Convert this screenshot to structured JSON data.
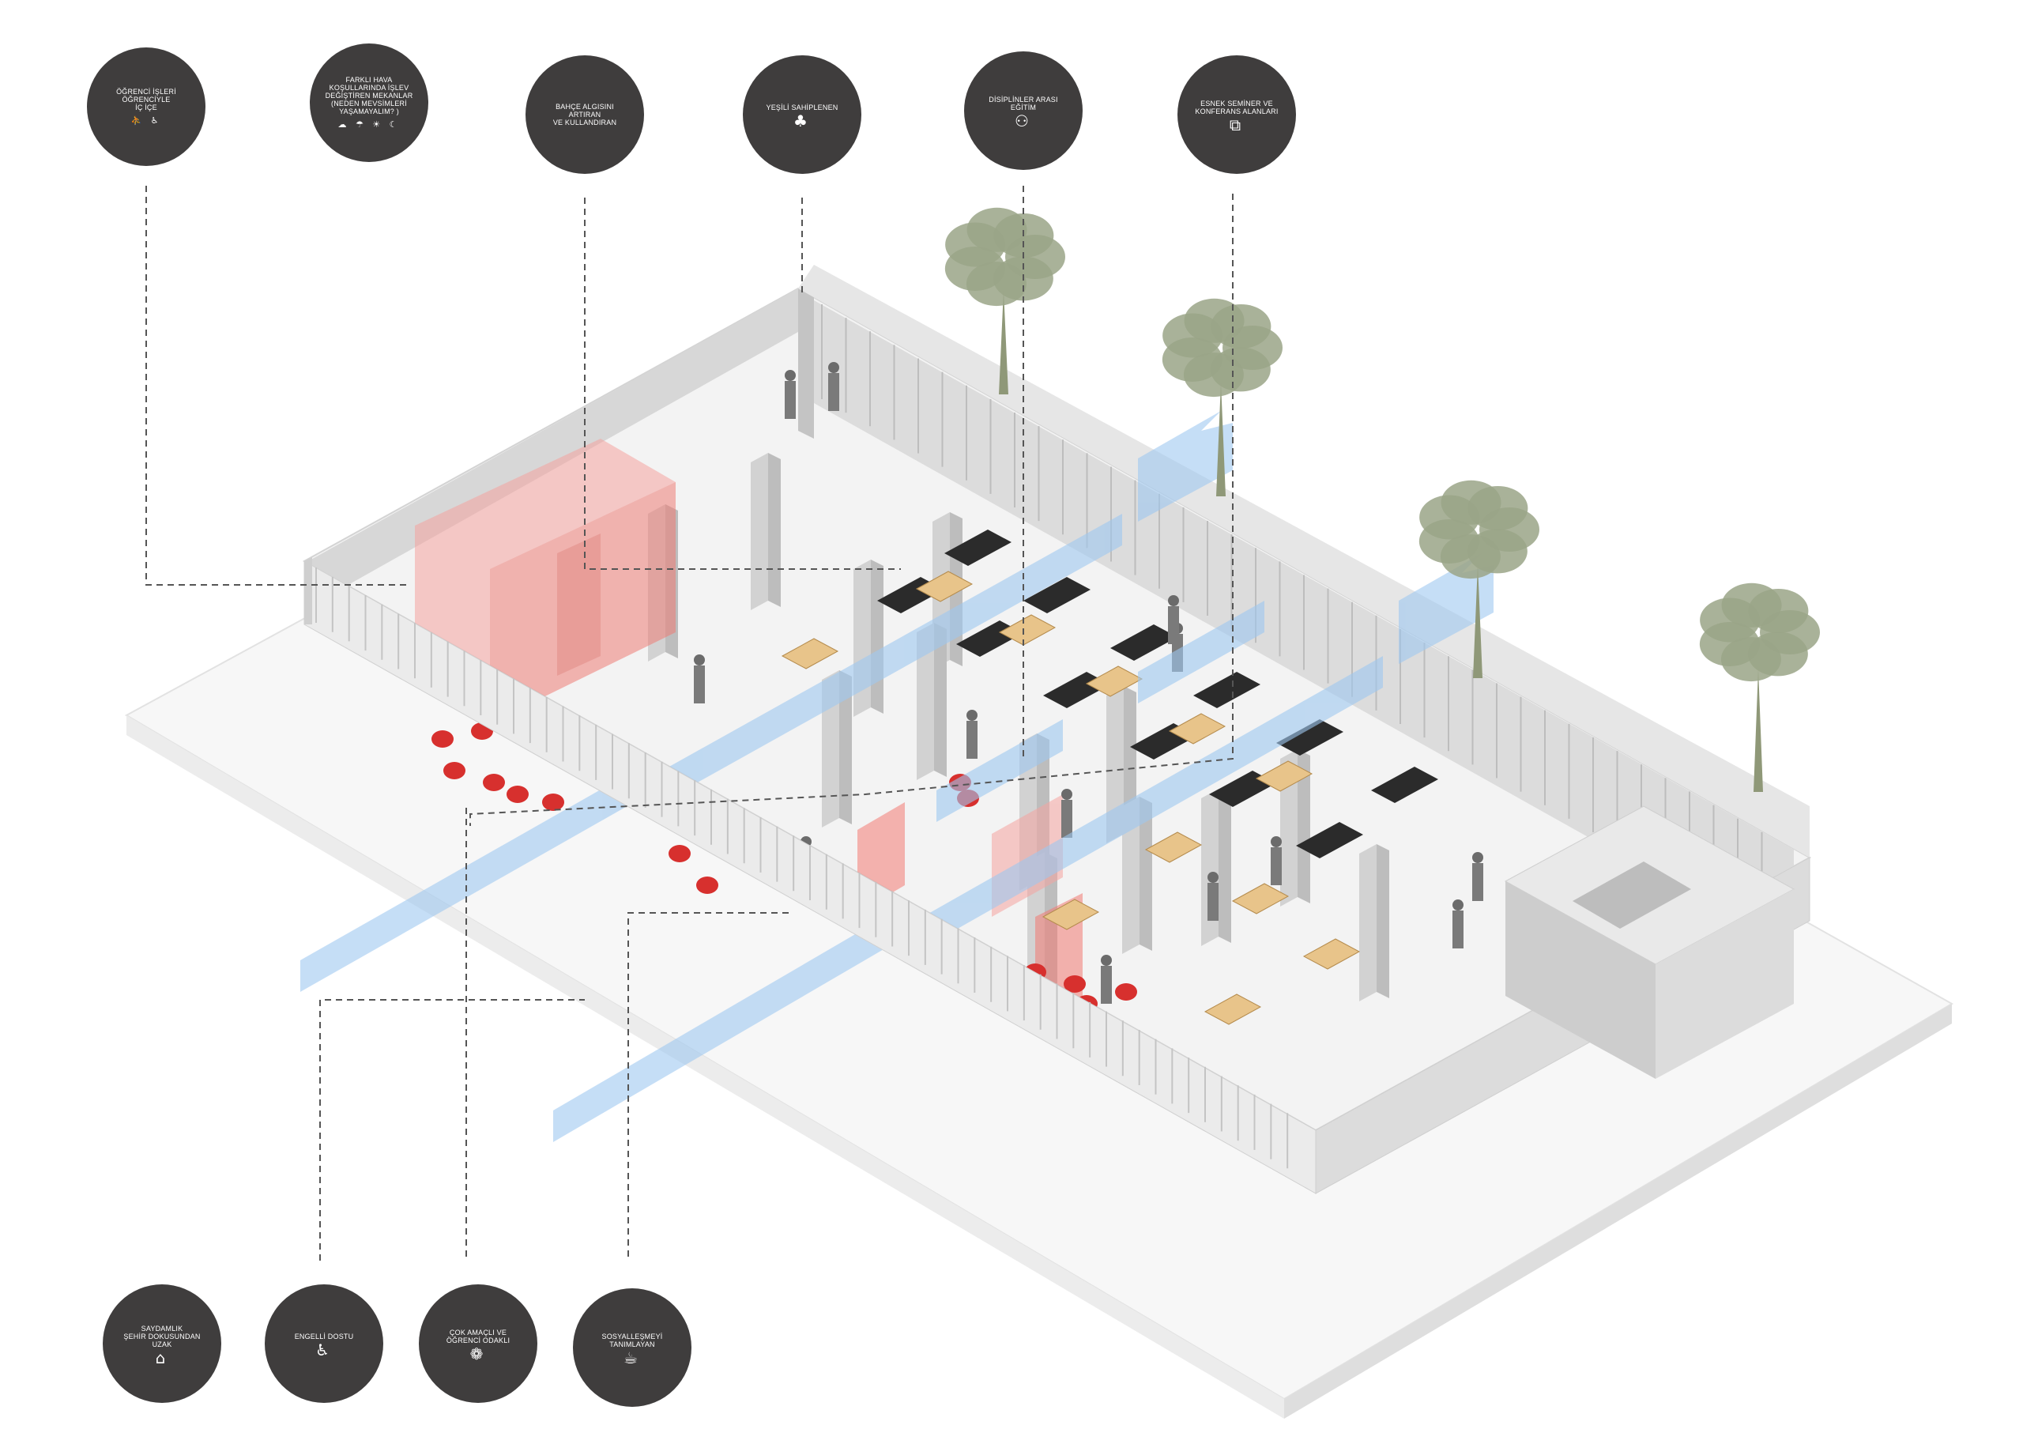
{
  "top_badges": [
    {
      "text": "ÖĞRENCİ İŞLERİ\nÖĞRENCİYLE\nİÇ İÇE",
      "icon": "people-wheelchair-icons",
      "glyphs": "⛹ ♿"
    },
    {
      "text": "FARKLI HAVA\nKOŞULLARINDA İŞLEV\nDEĞİŞTİREN MEKANLAR\n(NEDEN MEVSİMLERİ\nYAŞAMAYALIM? )",
      "icon": "weather-icons",
      "glyphs": "☁ ☂ ☀ ☾"
    },
    {
      "text": "BAHÇE ALGISINI ARTIRAN\nVE KULLANDIRAN",
      "icon": "",
      "glyphs": ""
    },
    {
      "text": "YEŞİLİ SAHİPLENEN",
      "icon": "tree-hand-icon",
      "glyphs": "♣"
    },
    {
      "text": "DİSİPLİNLER ARASI\nEĞİTİM",
      "icon": "group-learning-icon",
      "glyphs": "⚇"
    },
    {
      "text": "ESNEK SEMİNER VE\nKONFERANS ALANLARI",
      "icon": "puzzle-icon",
      "glyphs": "⧉"
    }
  ],
  "bottom_badges": [
    {
      "text": "SAYDAMLIK\nŞEHİR DOKUSUNDAN\nUZAK",
      "icon": "window-plant-icon",
      "glyphs": "⌂"
    },
    {
      "text": "ENGELLİ DOSTU",
      "icon": "wheelchair-icon",
      "glyphs": "♿"
    },
    {
      "text": "ÇOK AMAÇLI VE\nÖĞRENCİ ODAKLI",
      "icon": "interlocking-circles-icon",
      "glyphs": "❁"
    },
    {
      "text": "SOSYALLEŞMEYİ\nTANIMLAYAN",
      "icon": "chat-coffee-icon",
      "glyphs": "☕"
    }
  ],
  "colors": {
    "badge": "#3f3d3d",
    "leader_line": "#555555",
    "wall_top": "#e8e8e8",
    "wall_side": "#c9c9c9",
    "floor": "#f4f4f4",
    "ground": "#f7f7f7",
    "airflow": "#9ec8f0",
    "highlight_red": "#f08a86",
    "furniture_red": "#d7302e",
    "tree": "#9aa587",
    "glass": "#bfbfbf",
    "dark_furniture": "#2b2b2b"
  }
}
